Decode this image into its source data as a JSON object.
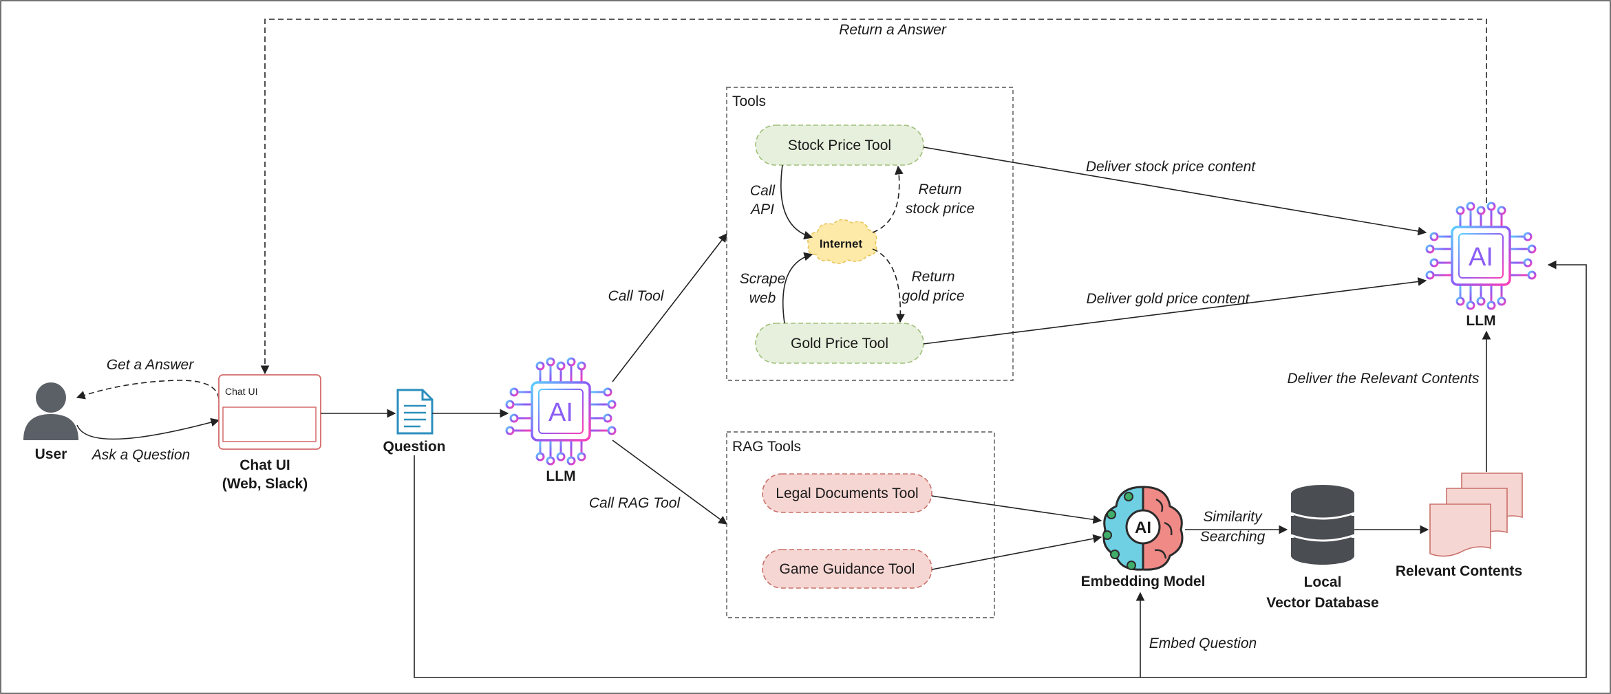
{
  "nodes": {
    "user": "User",
    "chat_ui_title": "Chat UI",
    "chat_ui_line1": "Chat UI",
    "chat_ui_line2": "(Web, Slack)",
    "question": "Question",
    "llm_left": "LLM",
    "llm_right": "LLM",
    "ai_badge": "AI",
    "internet": "Internet",
    "embedding_model": "Embedding Model",
    "embedding_ai_badge": "AI",
    "vector_db_line1": "Local",
    "vector_db_line2": "Vector Database",
    "relevant_contents": "Relevant Contents"
  },
  "groups": {
    "tools": "Tools",
    "rag_tools": "RAG Tools"
  },
  "tools": {
    "stock": "Stock Price Tool",
    "gold": "Gold Price Tool",
    "legal": "Legal Documents Tool",
    "game": "Game Guidance Tool"
  },
  "edges": {
    "return_answer": "Return a Answer",
    "get_answer": "Get a Answer",
    "ask_question": "Ask a Question",
    "call_tool": "Call Tool",
    "call_rag_tool": "Call RAG Tool",
    "call_api_1": "Call",
    "call_api_2": "API",
    "scrape_web_1": "Scrape",
    "scrape_web_2": "web",
    "return_stock_1": "Return",
    "return_stock_2": "stock price",
    "return_gold_1": "Return",
    "return_gold_2": "gold price",
    "deliver_stock": "Deliver stock price content",
    "deliver_gold": "Deliver gold price content",
    "deliver_relevant": "Deliver the Relevant Contents",
    "similarity_1": "Similarity",
    "similarity_2": "Searching",
    "embed_question": "Embed Question"
  },
  "colors": {
    "tool_fill": "#e6f0dc",
    "tool_stroke": "#9fbf7a",
    "rag_fill": "#f6d6d3",
    "rag_stroke": "#c9706a",
    "internet_fill": "#fde9a8",
    "internet_stroke": "#e8c45a",
    "user_icon": "#5b5f66",
    "database": "#4a4d52",
    "document_icon": "#2a8fbd",
    "brain_left": "#6fd0e4",
    "brain_right": "#f08a86",
    "chat_border": "#d46a6a"
  },
  "icons": {
    "user": "person-icon",
    "question": "document-icon",
    "llm": "ai-chip-icon",
    "embedding": "ai-brain-icon",
    "database": "database-icon",
    "relevant": "stacked-pages-icon",
    "internet": "cloud-icon"
  }
}
